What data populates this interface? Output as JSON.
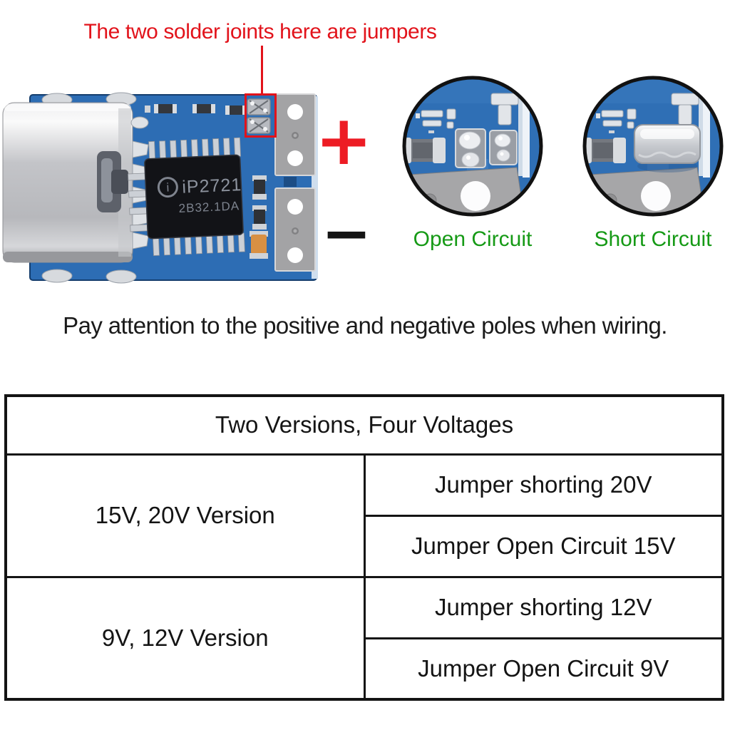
{
  "colors": {
    "annotation_red": "#e2131b",
    "plus_red": "#ed1c24",
    "label_green": "#169a16",
    "text_black": "#141414",
    "pcb_blue": "#2d6db4",
    "pad_gray": "#a3a3a5"
  },
  "callout": {
    "text": "The two solder joints here are jumpers"
  },
  "pcb": {
    "chip_logo": "i",
    "chip_model": "iP2721",
    "chip_marking": "2B32.1DA"
  },
  "polarity": {
    "plus": "+",
    "minus": "−"
  },
  "insets": {
    "open_label": "Open Circuit",
    "short_label": "Short Circuit"
  },
  "caption": "Pay attention to the positive and negative poles when wiring.",
  "table": {
    "title": "Two Versions, Four Voltages",
    "rows": [
      {
        "version": "15V, 20V Version",
        "options": [
          "Jumper shorting 20V",
          "Jumper Open Circuit 15V"
        ]
      },
      {
        "version": "9V, 12V Version",
        "options": [
          "Jumper shorting 12V",
          "Jumper Open Circuit 9V"
        ]
      }
    ]
  }
}
